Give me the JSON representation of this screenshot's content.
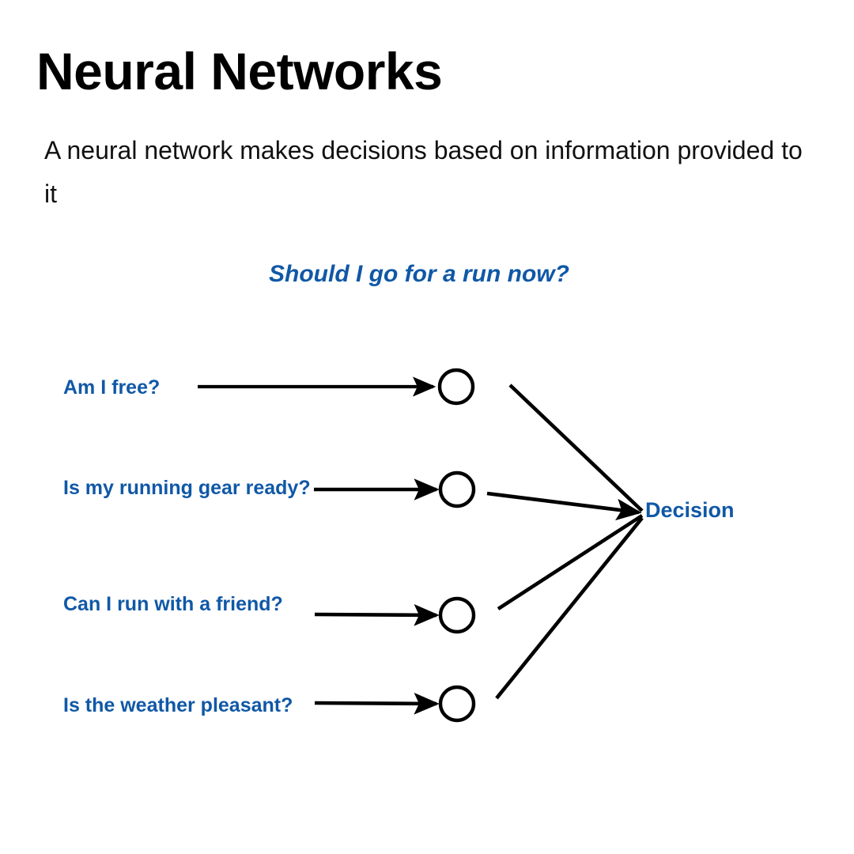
{
  "slide": {
    "title": "Neural Networks",
    "subtitle": "A neural network makes decisions based on information provided to it",
    "background_color": "#FFFFFF",
    "title_color": "#000000",
    "accent_color": "#1058A6",
    "line_color": "#000000"
  },
  "diagram": {
    "heading": "Should I go for a run now?",
    "type": "neural-network",
    "inputs": [
      {
        "label": "Am I free?"
      },
      {
        "label": "Is my running gear ready?"
      },
      {
        "label": "Can I run with a friend?"
      },
      {
        "label": "Is the weather pleasant?"
      }
    ],
    "nodes": [
      {
        "name": "node-1"
      },
      {
        "name": "node-2"
      },
      {
        "name": "node-3"
      },
      {
        "name": "node-4"
      }
    ],
    "output": {
      "label": "Decision"
    }
  }
}
